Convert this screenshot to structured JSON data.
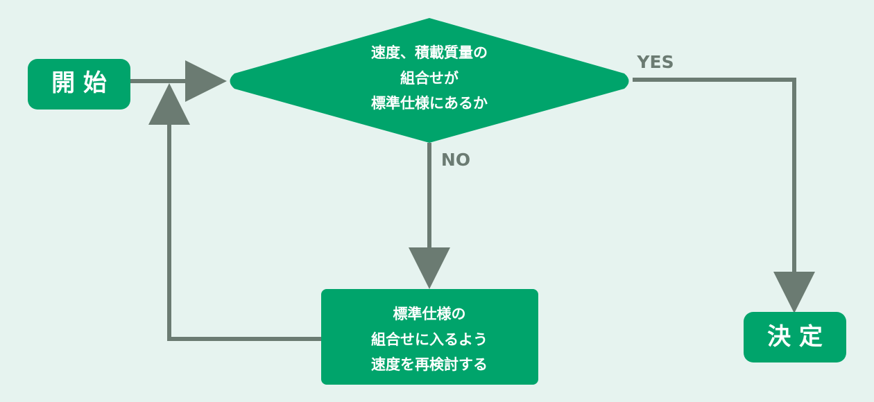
{
  "diagram": {
    "start": {
      "label": "開 始"
    },
    "decision": {
      "lines": [
        "速度、積載質量の",
        "組合せが",
        "標準仕様にあるか"
      ]
    },
    "revise": {
      "lines": [
        "標準仕様の",
        "組合せに入るよう",
        "速度を再検討する"
      ]
    },
    "end": {
      "label": "決 定"
    },
    "labels": {
      "yes": "YES",
      "no": "NO"
    },
    "colors": {
      "background": "#e6f3ef",
      "node": "#00a46b",
      "arrow": "#6b7b72",
      "label": "#6b7b72",
      "text": "#ffffff"
    }
  }
}
